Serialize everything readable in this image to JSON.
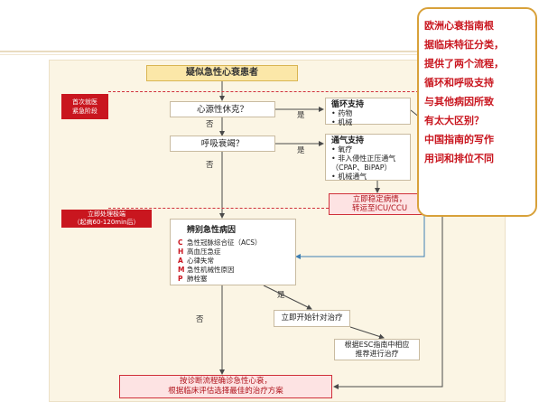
{
  "flowchart": {
    "title": "疑似急性心衰患者",
    "side_labels": {
      "phase1_line1": "首次就医",
      "phase1_line2": "紧急阶段",
      "phase2_line1": "立即处理极端",
      "phase2_line2": "（起病60-120min后）"
    },
    "question1": "心源性休克？",
    "question2": "呼吸衰竭？",
    "yes": "是",
    "no": "否",
    "circulatory_support": {
      "heading": "循环支持",
      "items": [
        "• 药物",
        "• 机械"
      ]
    },
    "ventilation_support": {
      "heading": "通气支持",
      "items": [
        "• 氧疗",
        "• 非入侵性正压通气",
        "（CPAP、BiPAP）",
        "• 机械通气"
      ]
    },
    "stabilize_box": {
      "line1": "立即稳定病情，",
      "line2": "转运至ICU/CCU"
    },
    "cause_box": {
      "heading": "辨别急性病因",
      "items": [
        {
          "letter": "C",
          "text": "急性冠脉综合征（ACS）"
        },
        {
          "letter": "H",
          "text": "高血压急症"
        },
        {
          "letter": "A",
          "text": "心律失常"
        },
        {
          "letter": "M",
          "text": "急性机械性原因"
        },
        {
          "letter": "P",
          "text": "肺栓塞"
        }
      ]
    },
    "targeted_treatment": "立即开始针对治疗",
    "esc_box": {
      "line1": "根据ESC指南中相应",
      "line2": "推荐进行治疗"
    },
    "final_box": {
      "line1": "按诊断流程确诊急性心衰，",
      "line2": "根据临床评估选择最佳的治疗方案"
    }
  },
  "callout": {
    "lines": [
      "欧洲心衰指南根",
      "据临床特征分类，",
      "提供了两个流程，",
      "循环和呼吸支持",
      "与其他病因所致",
      "有太大区别？",
      "中国指南的写作",
      "用词和排位不同"
    ]
  },
  "colors": {
    "accent_red": "#c9161f",
    "title_fill": "#fbe7a8",
    "callout_border": "#d8a13a",
    "panel_bg": "#fbf5e4"
  }
}
